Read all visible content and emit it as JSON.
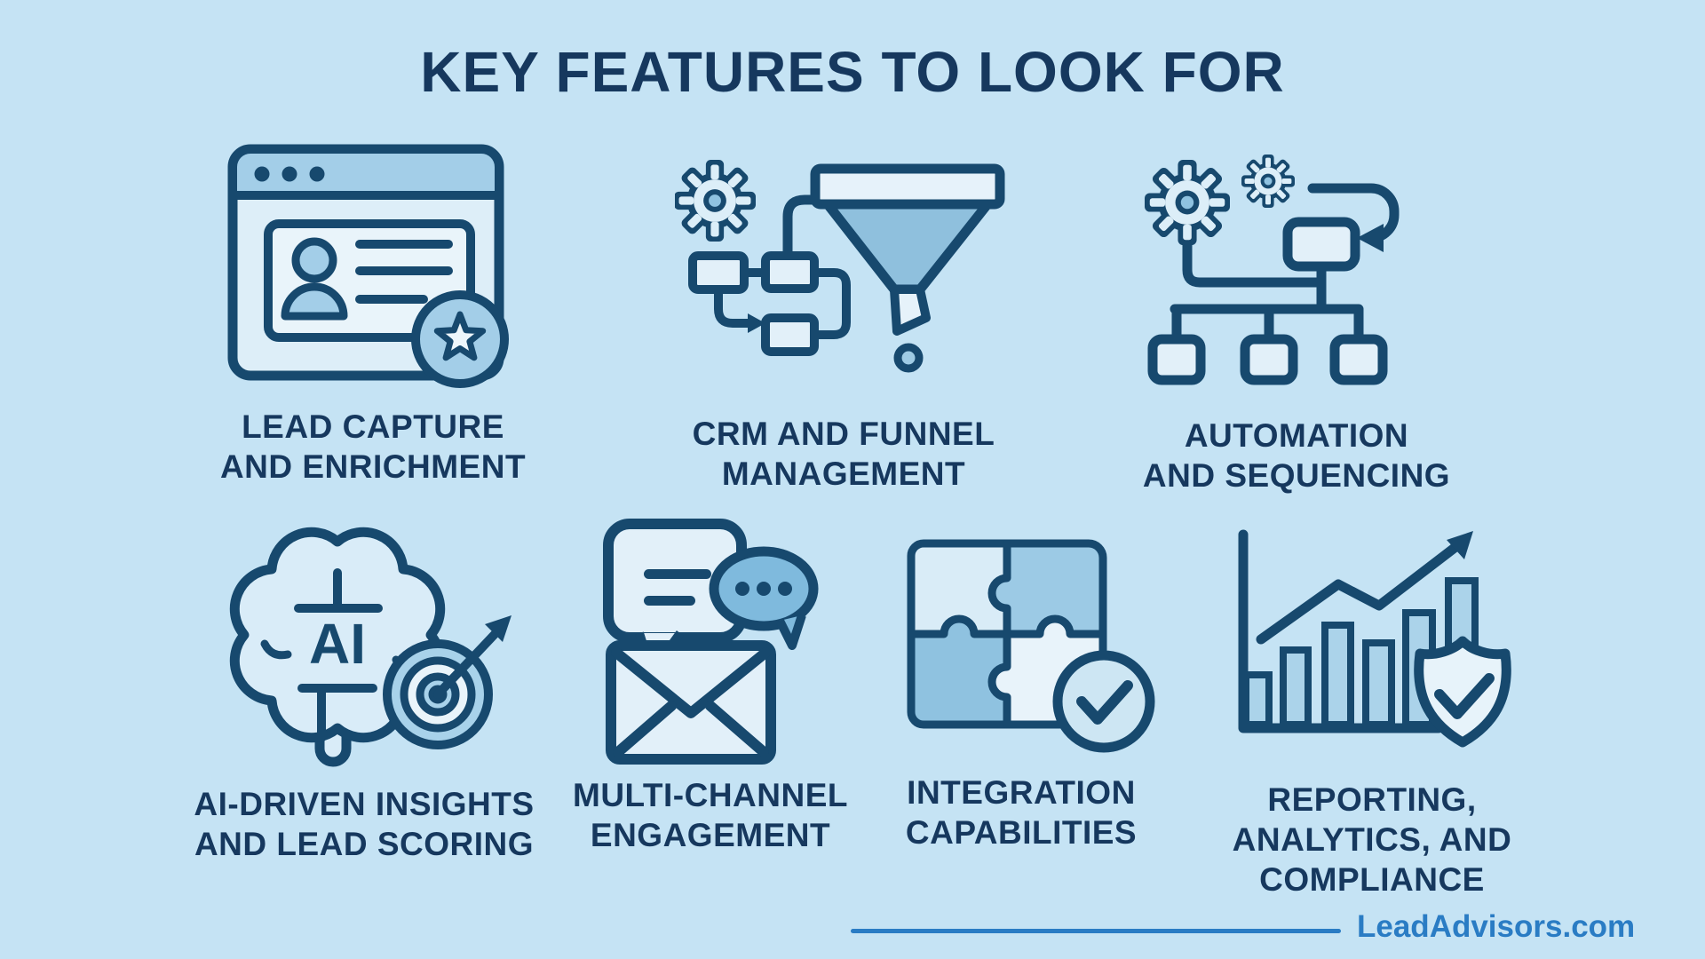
{
  "title": "KEY FEATURES TO LOOK FOR",
  "features": [
    {
      "id": "lead-capture",
      "icon": "browser-contact-star-icon",
      "lines": [
        "LEAD CAPTURE",
        "AND ENRICHMENT"
      ]
    },
    {
      "id": "crm-funnel",
      "icon": "gear-flowchart-funnel-icon",
      "lines": [
        "CRM AND FUNNEL",
        "MANAGEMENT"
      ]
    },
    {
      "id": "automation",
      "icon": "gears-sequence-hierarchy-icon",
      "lines": [
        "AUTOMATION",
        "AND SEQUENCING"
      ]
    },
    {
      "id": "ai-insights",
      "icon": "brain-ai-target-icon",
      "icon_text": "AI",
      "lines": [
        "AI-DRIVEN INSIGHTS",
        "AND LEAD SCORING"
      ]
    },
    {
      "id": "multi-channel",
      "icon": "chat-bubbles-envelope-icon",
      "lines": [
        "MULTI-CHANNEL",
        "ENGAGEMENT"
      ]
    },
    {
      "id": "integration",
      "icon": "puzzle-check-icon",
      "lines": [
        "INTEGRATION",
        "CAPABILITIES"
      ]
    },
    {
      "id": "reporting",
      "icon": "bar-chart-shield-check-icon",
      "lines": [
        "REPORTING,",
        "ANALYTICS, AND",
        "COMPLIANCE"
      ]
    }
  ],
  "footer": {
    "brand": "LeadAdvisors.com"
  },
  "colors": {
    "background": "#c5e3f4",
    "heading": "#16385e",
    "icon_stroke": "#17496e",
    "fill_light": "#e2f0f9",
    "fill_medium": "#a3cee8",
    "fill_deep": "#7fbadd",
    "brand_blue": "#2a7cc4"
  }
}
